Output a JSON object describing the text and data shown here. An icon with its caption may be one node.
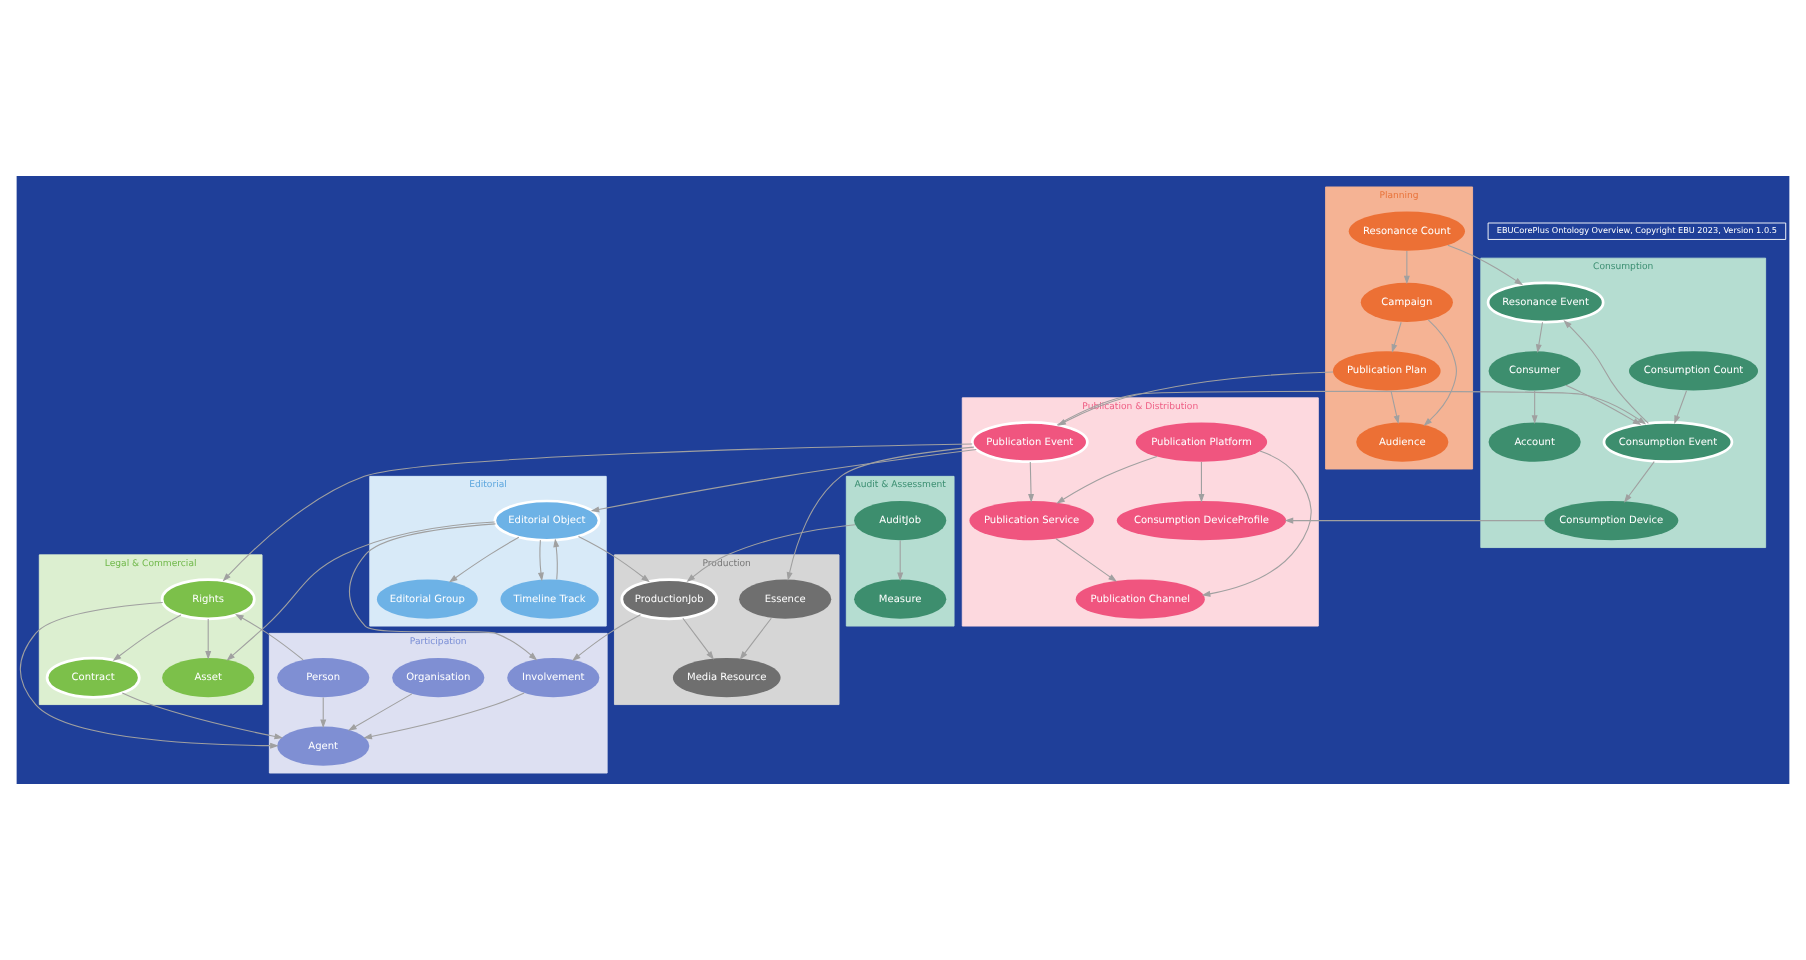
{
  "diagram": {
    "nodes": [
      {
        "text": [
          "Legal & Commercial"
        ]
      },
      {
        "text": [
          "Contract"
        ],
        "in": 0
      },
      {
        "text": [
          "Rights"
        ],
        "in": 0
      },
      {
        "text": [
          "Asset"
        ],
        "in": 0
      },
      {
        "text": [
          "Planning"
        ]
      },
      {
        "text": [
          "Audience"
        ],
        "in": 4
      },
      {
        "text": [
          "Campaign"
        ],
        "in": 4
      },
      {
        "text": [
          "Resonance Count"
        ],
        "in": 4
      },
      {
        "text": [
          "Publication Plan"
        ],
        "in": 4
      },
      {
        "text": [
          "Participation"
        ]
      },
      {
        "text": [
          "Agent"
        ],
        "in": 9
      },
      {
        "text": [
          "Person"
        ],
        "in": 9
      },
      {
        "text": [
          "Organisation"
        ],
        "in": 9
      },
      {
        "text": [
          "Involvement"
        ],
        "in": 9
      },
      {
        "text": [
          "Editorial"
        ]
      },
      {
        "text": [
          "Editorial Group"
        ],
        "in": 14
      },
      {
        "text": [
          "Editorial Object"
        ],
        "in": 14
      },
      {
        "text": [
          "Timeline Track"
        ],
        "in": 14
      },
      {
        "text": [
          "Consumption"
        ]
      },
      {
        "text": [
          "Resonance Event"
        ],
        "in": 18
      },
      {
        "text": [
          "Account"
        ],
        "in": 18
      },
      {
        "text": [
          "Consumption Event"
        ],
        "in": 18
      },
      {
        "text": [
          "Consumer"
        ],
        "in": 18
      },
      {
        "text": [
          "Consumption Count"
        ],
        "in": 18
      },
      {
        "text": [
          "Consumption Device"
        ],
        "in": 18
      },
      {
        "text": [
          "Publication & Distribution"
        ]
      },
      {
        "text": [
          "Publication Event"
        ],
        "in": 25
      },
      {
        "text": [
          "Publication Service"
        ],
        "in": 25
      },
      {
        "text": [
          "Publication Channel"
        ],
        "in": 25
      },
      {
        "text": [
          "Publication Platform"
        ],
        "in": 25
      },
      {
        "text": [
          "Consumption DeviceProfile"
        ],
        "in": 25
      },
      {
        "text": [
          "Audit & Assessment"
        ]
      },
      {
        "text": [
          "AuditJob"
        ],
        "in": 31
      },
      {
        "text": [
          "Measure"
        ],
        "in": 31
      },
      {
        "text": [
          "Production"
        ]
      },
      {
        "text": [
          "ProductionJob"
        ],
        "in": 34
      },
      {
        "text": [
          "Media Resource"
        ],
        "in": 34
      },
      {
        "text": [
          "Essence"
        ],
        "in": 34
      }
    ],
    "edges": [
      {
        "from": 2,
        "to": 1,
        "arrow": "to"
      },
      {
        "from": 2,
        "to": 3,
        "arrow": "to"
      },
      {
        "from": 1,
        "to": 10,
        "arrow": "to"
      },
      {
        "from": 2,
        "to": 10,
        "arrow": "to"
      },
      {
        "from": 11,
        "to": 2,
        "arrow": "to"
      },
      {
        "from": 11,
        "to": 10,
        "arrow": "to"
      },
      {
        "from": 12,
        "to": 10,
        "arrow": "to"
      },
      {
        "from": 13,
        "to": 10,
        "arrow": "to"
      },
      {
        "from": 16,
        "to": 13,
        "arrow": "to"
      },
      {
        "from": 16,
        "to": 3,
        "arrow": "to"
      },
      {
        "from": 26,
        "to": 2,
        "arrow": "to"
      },
      {
        "from": 16,
        "to": 15,
        "arrow": "to"
      },
      {
        "from": 16,
        "to": 17,
        "arrow": "to"
      },
      {
        "from": 17,
        "to": 16,
        "arrow": "to"
      },
      {
        "from": 16,
        "to": 35,
        "arrow": "to"
      },
      {
        "from": 35,
        "to": 13,
        "arrow": "to"
      },
      {
        "from": 35,
        "to": 36,
        "arrow": "to"
      },
      {
        "from": 32,
        "to": 35,
        "arrow": "to"
      },
      {
        "from": 32,
        "to": 33,
        "arrow": "to"
      },
      {
        "from": 37,
        "to": 36,
        "arrow": "to"
      },
      {
        "from": 26,
        "to": 37,
        "arrow": "to"
      },
      {
        "from": 6,
        "to": 5,
        "arrow": "to"
      },
      {
        "from": 7,
        "to": 6,
        "arrow": "to"
      },
      {
        "from": 8,
        "to": 5,
        "arrow": "to"
      },
      {
        "from": 6,
        "to": 8,
        "arrow": "to"
      },
      {
        "from": 7,
        "to": 19,
        "arrow": "to"
      },
      {
        "from": 8,
        "to": 26,
        "arrow": "to"
      },
      {
        "from": 26,
        "to": 16,
        "arrow": "to"
      },
      {
        "from": 26,
        "to": 21,
        "arrow": "to"
      },
      {
        "from": 26,
        "to": 27,
        "arrow": "to"
      },
      {
        "from": 27,
        "to": 28,
        "arrow": "to"
      },
      {
        "from": 29,
        "to": 28,
        "arrow": "to"
      },
      {
        "from": 29,
        "to": 30,
        "arrow": "to"
      },
      {
        "from": 29,
        "to": 27,
        "arrow": "to"
      },
      {
        "from": 21,
        "to": 19,
        "arrow": "to"
      },
      {
        "from": 19,
        "to": 22,
        "arrow": "to"
      },
      {
        "from": 22,
        "to": 20,
        "arrow": "to"
      },
      {
        "from": 22,
        "to": 21,
        "arrow": "to"
      },
      {
        "from": 23,
        "to": 21,
        "arrow": "to"
      },
      {
        "from": 21,
        "to": 24,
        "arrow": "to"
      },
      {
        "from": 24,
        "to": 30,
        "arrow": "to"
      }
    ],
    "labels": [
      "EBUCorePlus Ontology Overview, Copyright EBU 2023, Version 1.0.5"
    ]
  }
}
